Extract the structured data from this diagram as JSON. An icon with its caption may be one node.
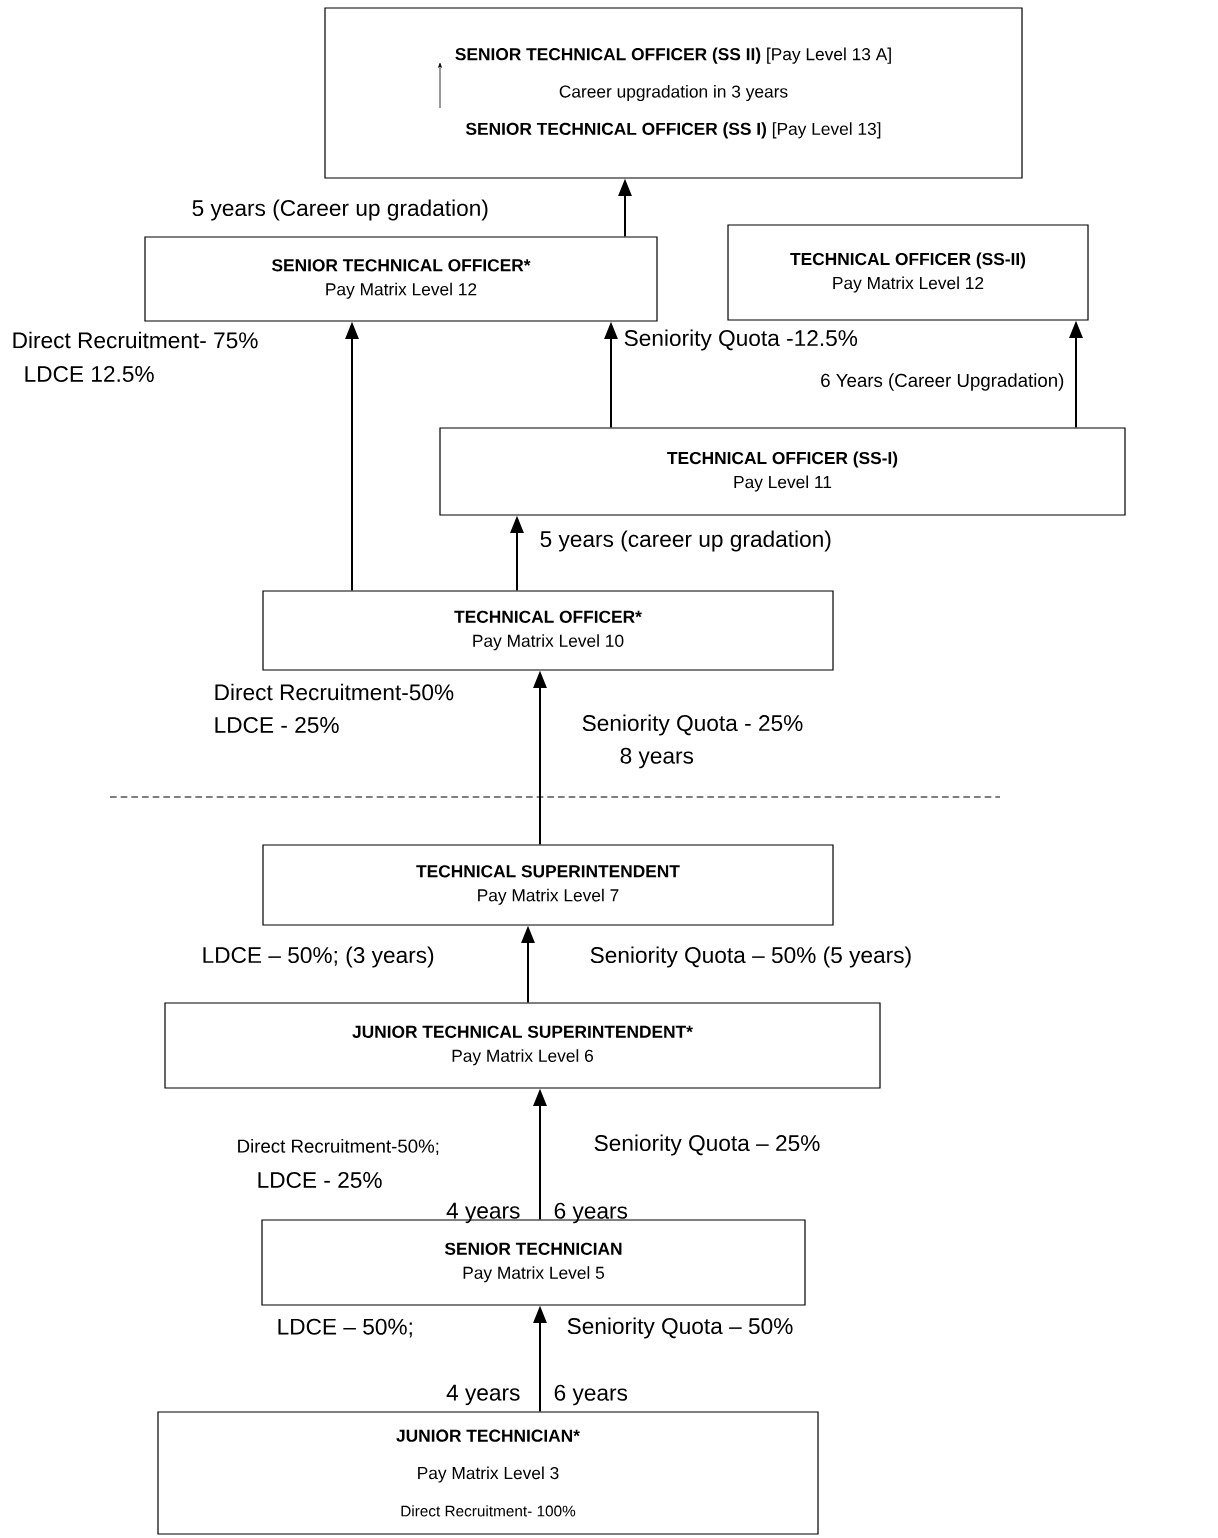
{
  "diagram": {
    "nodes": [
      {
        "text": [
          "**SENIOR TECHNICAL OFFICER (SS II)** [Pay Level 13 A]",
          "Career upgradation in 3 years",
          "**SENIOR TECHNICAL OFFICER (SS I)** [Pay Level 13]"
        ]
      },
      {
        "text": [
          "SENIOR TECHNICAL OFFICER*",
          "Pay Matrix Level 12"
        ]
      },
      {
        "text": [
          "TECHNICAL OFFICER (SS-II)",
          "Pay Matrix Level 12"
        ]
      },
      {
        "text": [
          "TECHNICAL OFFICER (SS-I)",
          "Pay Level 11"
        ]
      },
      {
        "text": [
          "TECHNICAL OFFICER*",
          "Pay Matrix Level 10"
        ]
      },
      {
        "text": [
          "TECHNICAL SUPERINTENDENT",
          "Pay Matrix Level 7"
        ]
      },
      {
        "text": [
          "JUNIOR TECHNICAL SUPERINTENDENT*",
          "Pay Matrix Level 6"
        ]
      },
      {
        "text": [
          "SENIOR TECHNICIAN",
          "Pay Matrix Level 5"
        ]
      },
      {
        "text": [
          "JUNIOR TECHNICIAN*",
          "Pay Matrix Level 3",
          "Direct Recruitment- 100%"
        ]
      }
    ],
    "edges": [
      {
        "from": 1,
        "to": 0,
        "arrow": "to"
      },
      {
        "from": 4,
        "to": 1,
        "arrow": "to"
      },
      {
        "from": 3,
        "to": 1,
        "arrow": "to"
      },
      {
        "from": 3,
        "to": 2,
        "arrow": "to"
      },
      {
        "from": 4,
        "to": 3,
        "arrow": "to"
      },
      {
        "from": 5,
        "to": 4,
        "arrow": "to"
      },
      {
        "from": 6,
        "to": 5,
        "arrow": "to"
      },
      {
        "from": 7,
        "to": 6,
        "arrow": "to"
      },
      {
        "from": 8,
        "to": 7,
        "arrow": "to"
      }
    ],
    "labels": [
      "5 years (Career up gradation)",
      "Direct Recruitment- 75%",
      "LDCE 12.5%",
      "Seniority Quota -12.5%",
      "6 Years (Career Upgradation)",
      "5 years (career up gradation)",
      "Direct Recruitment-50%",
      "LDCE - 25%",
      "Seniority Quota - 25%",
      "8 years",
      "LDCE – 50%; (3 years)",
      "Seniority Quota – 50% (5 years)",
      "Direct Recruitment-50%;",
      "Seniority Quota – 25%",
      "LDCE - 25%",
      "4 years",
      "6 years",
      "LDCE – 50%;",
      "Seniority Quota – 50%",
      "4 years",
      "6 years"
    ]
  }
}
